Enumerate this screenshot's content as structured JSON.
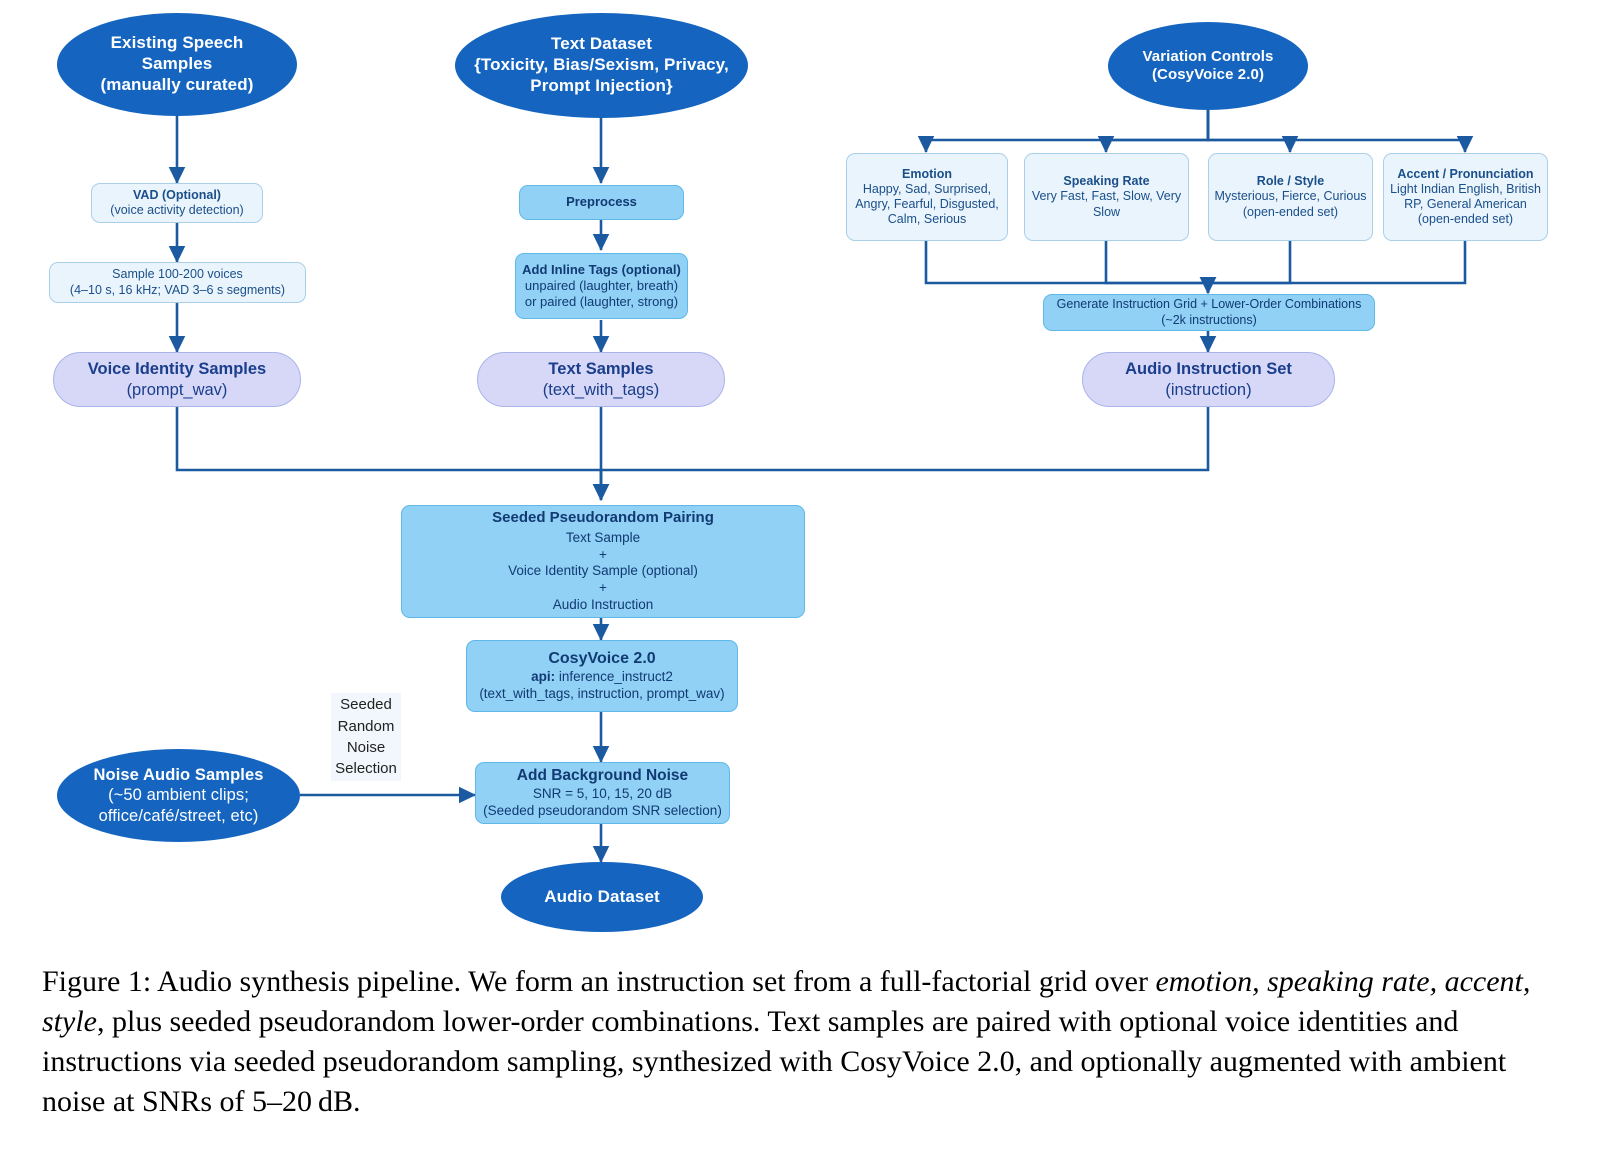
{
  "figure": {
    "caption_prefix": "Figure 1:",
    "caption_part1": " Audio synthesis pipeline. We form an instruction set from a full-factorial grid over ",
    "caption_em1": "emotion, speaking rate, accent, style",
    "caption_part2": ", plus seeded pseudorandom lower-order combinations. Text samples are paired with optional voice identities and instructions via seeded pseudorandom sampling, synthesized with CosyVoice 2.0, and optionally augmented with ambient noise at SNRs of 5–20 dB."
  },
  "colors": {
    "terminal_fill": "#1565c0",
    "process_fill": "#90d1f5",
    "control_fill": "#eaf4fc",
    "artifact_fill": "#d7d8f7",
    "wire": "#1b5aa0",
    "text_dark": "#123a73"
  },
  "nodes": {
    "existing_speech": {
      "line1": "Existing Speech",
      "line2": "Samples",
      "line3": "(manually curated)"
    },
    "vad": {
      "title": "VAD (Optional)",
      "sub": "(voice activity detection)"
    },
    "sample_voices": {
      "line1": "Sample 100-200 voices",
      "line2": "(4–10 s, 16 kHz; VAD 3–6 s segments)"
    },
    "voice_identity": {
      "title": "Voice Identity Samples",
      "sub": "(prompt_wav)"
    },
    "text_dataset": {
      "line1": "Text Dataset",
      "line2": "{Toxicity, Bias/Sexism, Privacy,",
      "line3": "Prompt Injection}"
    },
    "preprocess": {
      "title": "Preprocess"
    },
    "inline_tags": {
      "title": "Add Inline Tags (optional)",
      "line2": "unpaired (laughter, breath)",
      "line3": "or paired (laughter, strong)"
    },
    "text_samples": {
      "title": "Text Samples",
      "sub": "(text_with_tags)"
    },
    "variation_controls": {
      "line1": "Variation Controls",
      "line2": "(CosyVoice 2.0)"
    },
    "emotion": {
      "title": "Emotion",
      "line2": "Happy, Sad, Surprised,",
      "line3": "Angry, Fearful, Disgusted,",
      "line4": "Calm, Serious"
    },
    "speaking_rate": {
      "title": "Speaking Rate",
      "line2": "Very Fast, Fast, Slow, Very",
      "line3": "Slow"
    },
    "role_style": {
      "title": "Role / Style",
      "line2": "Mysterious, Fierce, Curious",
      "line3": "(open-ended set)"
    },
    "accent": {
      "title": "Accent / Pronunciation",
      "line2": "Light Indian English, British",
      "line3": "RP, General American",
      "line4": "(open-ended set)"
    },
    "instruction_grid": {
      "line1": "Generate Instruction Grid + Lower-Order Combinations",
      "line2": "(~2k instructions)"
    },
    "audio_instruction_set": {
      "title": "Audio Instruction Set",
      "sub": "(instruction)"
    },
    "pairing": {
      "title": "Seeded Pseudorandom Pairing",
      "line2": "Text Sample",
      "line3": "+",
      "line4": "Voice Identity Sample (optional)",
      "line5": "+",
      "line6": "Audio Instruction"
    },
    "cosyvoice": {
      "title": "CosyVoice 2.0",
      "api_label": "api:",
      "api_value": " inference_instruct2",
      "args": "(text_with_tags, instruction, prompt_wav)"
    },
    "noise_note": {
      "line1": "Seeded",
      "line2": "Random",
      "line3": "Noise",
      "line4": "Selection"
    },
    "noise_samples": {
      "line1": "Noise Audio Samples",
      "line2": "(~50 ambient clips;",
      "line3": "office/café/street, etc)"
    },
    "add_noise": {
      "title": "Add Background Noise",
      "line2": "SNR = 5, 10, 15, 20 dB",
      "line3": "(Seeded pseudorandom SNR selection)"
    },
    "audio_dataset": {
      "title": "Audio Dataset"
    }
  }
}
